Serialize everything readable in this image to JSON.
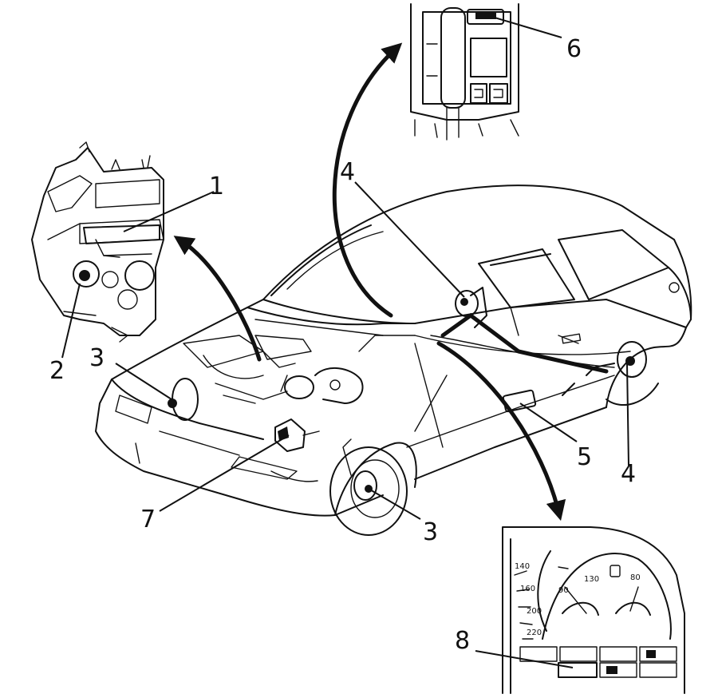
{
  "callouts": [
    {
      "id": "1",
      "text": "1"
    },
    {
      "id": "2",
      "text": "2"
    },
    {
      "id": "3a",
      "text": "3"
    },
    {
      "id": "3b",
      "text": "3"
    },
    {
      "id": "4a",
      "text": "4"
    },
    {
      "id": "4b",
      "text": "4"
    },
    {
      "id": "5",
      "text": "5"
    },
    {
      "id": "6",
      "text": "6"
    },
    {
      "id": "7",
      "text": "7"
    },
    {
      "id": "8",
      "text": "8"
    }
  ],
  "gauge_labels": {
    "speed": [
      "140",
      "160",
      "200",
      "220"
    ],
    "temp": [
      "90",
      "130"
    ],
    "fuel": [
      "80"
    ]
  },
  "icons": [
    "car-outline-icon",
    "engine-block-icon",
    "door-switch-panel-icon",
    "instrument-cluster-icon",
    "pointer-arrow-icon"
  ],
  "ink_color": "#111111",
  "background_color": "#ffffff"
}
